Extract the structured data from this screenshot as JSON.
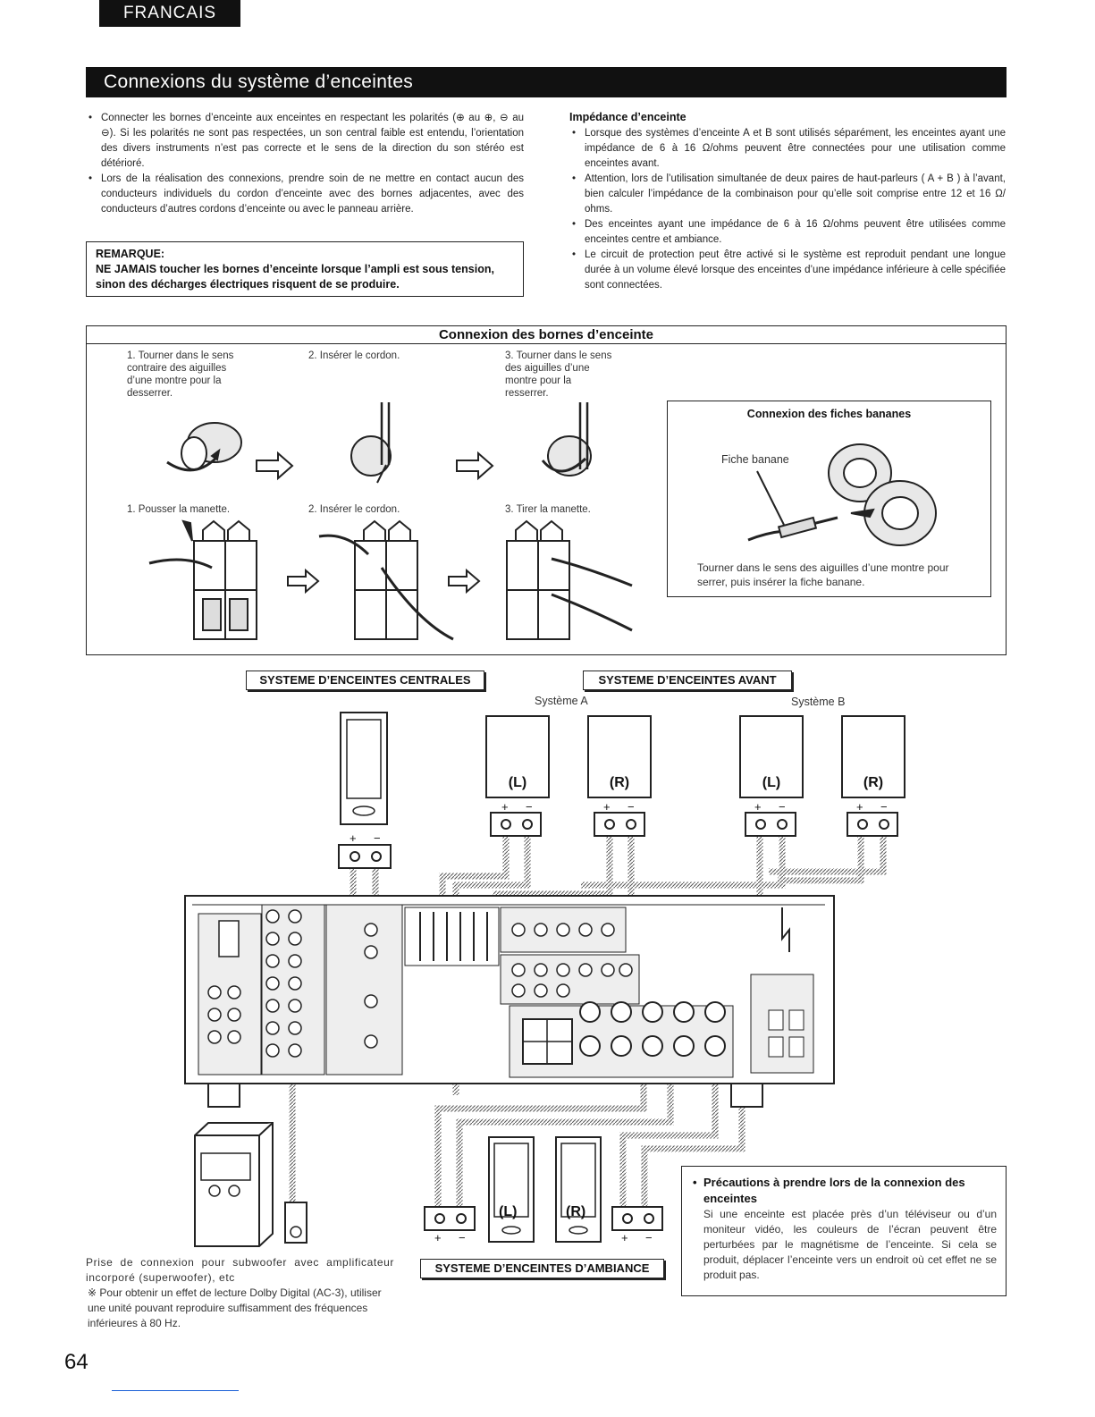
{
  "header": {
    "language": "FRANCAIS",
    "title": "Connexions du système d’enceintes"
  },
  "intro": {
    "bullets": [
      "Connecter les bornes d’enceinte aux enceintes en respectant les polarités (⊕ au ⊕, ⊖ au ⊖). Si les polarités ne sont pas respectées, un son central faible est entendu, l’orientation des divers instruments n’est pas correcte et le sens de la direction du son stéréo est détérioré.",
      "Lors de la réalisation des connexions, prendre soin de ne mettre en contact aucun des conducteurs individuels du cordon d’enceinte avec des bornes adjacentes, avec des conducteurs d’autres cordons d’enceinte ou avec le panneau arrière."
    ],
    "note_title": "REMARQUE:",
    "note_text": "NE JAMAIS toucher les bornes d’enceinte lorsque l’ampli est sous tension, sinon des décharges électriques risquent de se produire."
  },
  "impedance": {
    "title": "Impédance d’enceinte",
    "bullets": [
      "Lorsque des systèmes d’enceinte A et B sont utilisés séparément, les enceintes ayant une impédance de 6 à 16 Ω/ohms peuvent être connectées pour une utilisation comme enceintes avant.",
      "Attention, lors de l’utilisation simultanée de deux paires de haut-parleurs ( A + B ) à l’avant, bien calculer l’impédance de la combinaison pour qu’elle soit comprise entre 12 et 16 Ω/ ohms.",
      "Des enceintes ayant une impédance de 6 à 16 Ω/ohms peuvent être utilisées comme enceintes centre et ambiance.",
      "Le circuit de protection peut être activé si le système est reproduit pendant une longue durée à un volume élevé lorsque des enceintes d’une impédance inférieure à celle spécifiée sont connectées."
    ]
  },
  "terminal_figure": {
    "title": "Connexion des bornes d’enceinte",
    "screw_steps": [
      "1. Tourner dans le sens\ncontraire des aiguilles\nd’une montre pour la\ndesserrer.",
      "2. Insérer le cordon.",
      "3. Tourner dans le sens\ndes aiguilles d’une\nmontre pour la\nresserrer."
    ],
    "clip_steps": [
      "1. Pousser la manette.",
      "2. Insérer le cordon.",
      "3. Tirer la manette."
    ],
    "banana": {
      "title": "Connexion des fiches bananes",
      "plug_label": "Fiche banane",
      "caption": "Tourner dans le sens des aiguilles d’une montre pour serrer, puis insérer la fiche banane."
    }
  },
  "wiring": {
    "center_label": "SYSTEME D’ENCEINTES CENTRALES",
    "front_label": "SYSTEME D’ENCEINTES AVANT",
    "surround_label": "SYSTEME D’ENCEINTES D’AMBIANCE",
    "system_a": "Système A",
    "system_b": "Système B",
    "left": "(L)",
    "right": "(R)",
    "plus": "+",
    "minus": "−",
    "subwoofer_text": "Prise de connexion pour subwoofer avec amplificateur incorporé (superwoofer), etc",
    "dolby_note": "※ Pour obtenir un effet de lecture Dolby Digital (AC-3), utiliser une unité pouvant reproduire suffisamment des fréquences inférieures à 80 Hz."
  },
  "caution": {
    "title": "Précautions à prendre lors de la connexion des enceintes",
    "text": "Si une enceinte est placée près d’un téléviseur ou d’un moniteur vidéo, les couleurs de l’écran peuvent être perturbées par le magnétisme de l’enceinte. Si cela se produit, déplacer l’enceinte vers un endroit où cet effet ne se produit pas."
  },
  "footer": {
    "page": "64"
  }
}
